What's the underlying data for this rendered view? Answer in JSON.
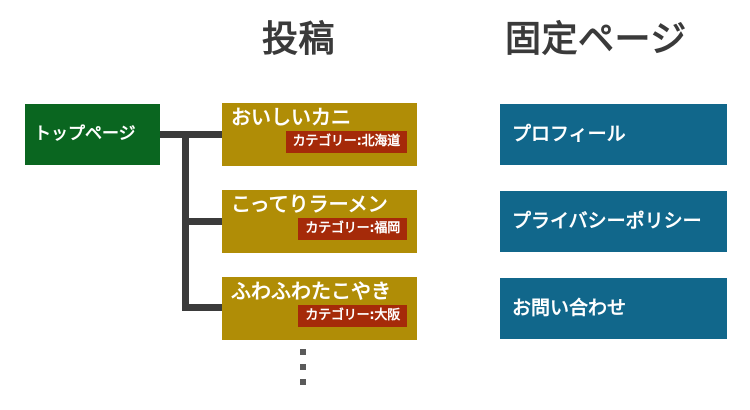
{
  "columns": {
    "posts_heading": "投稿",
    "pages_heading": "固定ページ"
  },
  "root": {
    "label": "トップページ",
    "color": "#0a6620"
  },
  "posts": {
    "color": "#b08d06",
    "badge_color": "#a52a09",
    "items": [
      {
        "title": "おいしいカニ",
        "badge": "カテゴリー:北海道"
      },
      {
        "title": "こってりラーメン",
        "badge": "カテゴリー:福岡"
      },
      {
        "title": "ふわふわたこやき",
        "badge": "カテゴリー:大阪"
      }
    ],
    "more_indicator": "⋮"
  },
  "pages": {
    "color": "#11678b",
    "items": [
      {
        "label": "プロフィール"
      },
      {
        "label": "プライバシーポリシー"
      },
      {
        "label": "お問い合わせ"
      }
    ]
  },
  "connector": {
    "color": "#3b3b3b"
  },
  "background": "#ffffff"
}
